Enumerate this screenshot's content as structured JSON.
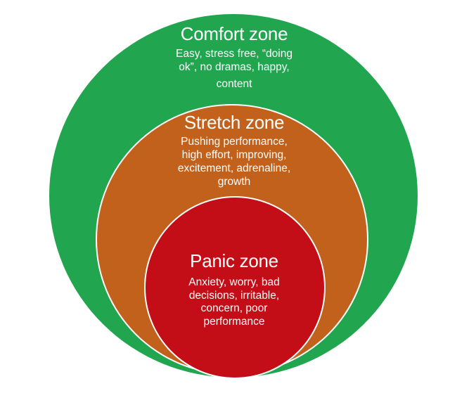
{
  "diagram": {
    "type": "nested-circles",
    "description": "Comfort / Stretch / Panic learning zones model"
  },
  "zones": [
    {
      "heading": "Comfort zone",
      "body": "Easy, stress free, “doing\nok”, no dramas, happy,",
      "body2": "content",
      "color": "#21A54F"
    },
    {
      "heading": "Stretch zone",
      "body": "Pushing performance,\nhigh effort, improving,\nexcitement, adrenaline,\ngrowth",
      "color": "#C2611B"
    },
    {
      "heading": "Panic zone",
      "body": "Anxiety, worry, bad\ndecisions, irritable,\nconcern, poor\nperformance",
      "color": "#C30D17"
    }
  ],
  "colors": {
    "background": "#FFFFFF",
    "circle_outline": "#FFFFFF",
    "text": "#FFFFFF"
  }
}
